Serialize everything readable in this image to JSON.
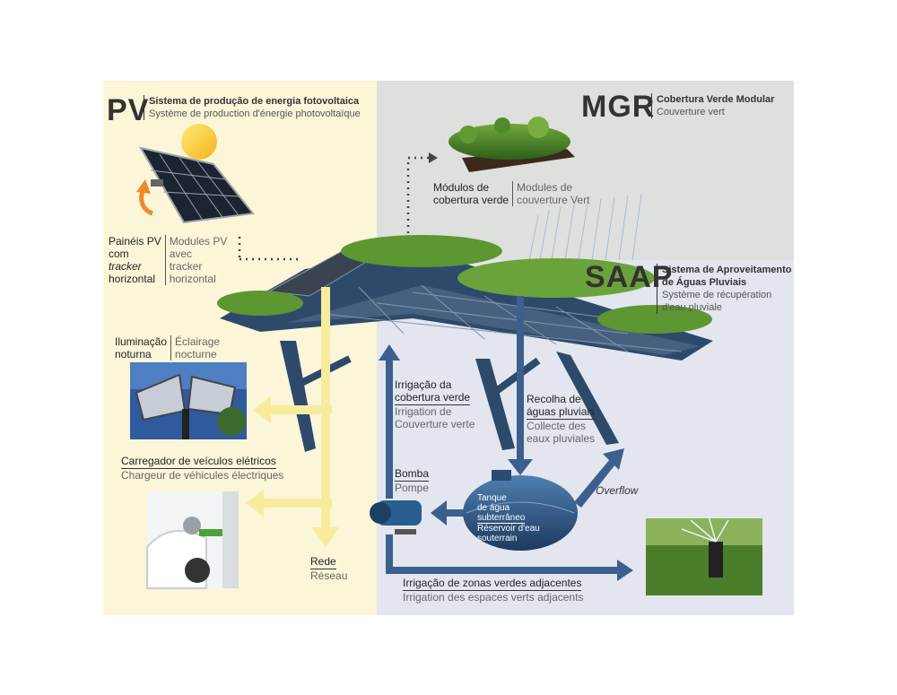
{
  "pv": {
    "abbr": "PV",
    "title_pt": "Sistema de produção de energia fotovoltaica",
    "title_fr": "Système de production d'énergie photovoltaïque",
    "panels_pt_1": "Painéis PV",
    "panels_pt_2": "com",
    "panels_pt_3": "tracker",
    "panels_pt_4": "horizontal",
    "panels_fr_1": "Modules PV",
    "panels_fr_2": "avec",
    "panels_fr_3": "tracker",
    "panels_fr_4": "horizontal"
  },
  "mgr": {
    "abbr": "MGR",
    "title_pt": "Cobertura Verde Modular",
    "title_fr": "Couverture vert",
    "modules_pt_1": "Módulos de",
    "modules_pt_2": "cobertura verde",
    "modules_fr_1": "Modules de",
    "modules_fr_2": "couverture Vert"
  },
  "saap": {
    "abbr": "SAAP",
    "title_pt_1": "Sistema de Aproveitamento",
    "title_pt_2": "de Águas Pluviais",
    "title_fr_1": "Système de récupération",
    "title_fr_2": "d'eau pluviale"
  },
  "lighting": {
    "pt_1": "Iluminação",
    "pt_2": "noturna",
    "fr_1": "Éclairage",
    "fr_2": "nocturne"
  },
  "charger": {
    "pt": "Carregador de veículos elétricos",
    "fr": "Chargeur de véhicules électriques"
  },
  "grid": {
    "pt": "Rede",
    "fr": "Réseau"
  },
  "roof_irrigation": {
    "pt_1": "Irrigação da",
    "pt_2": "cobertura verde",
    "fr_1": "Irrigation de",
    "fr_2": "Couverture verte"
  },
  "rain_collection": {
    "pt_1": "Recolha de",
    "pt_2": "águas pluviais",
    "fr_1": "Collecte des",
    "fr_2": "eaux pluviales"
  },
  "pump": {
    "pt": "Bomba",
    "fr": "Pompe"
  },
  "tank": {
    "pt_1": "Tanque",
    "pt_2": "de água",
    "pt_3": "subterrâneo",
    "fr_1": "Réservoir d'eau",
    "fr_2": "souterrain"
  },
  "overflow": "Overflow",
  "adjacent_irrigation": {
    "pt": "Irrigação de zonas verdes adjacentes",
    "fr": "Irrigation des espaces verts adjacents"
  },
  "colors": {
    "pv_bg": "#fbf6d8",
    "mgr_bg": "#dde0dc",
    "saap_bg": "#e3e6ef",
    "energy_arrow": "#f7ec9c",
    "water_arrow": "#3d5f8f",
    "structure": "#2e4a6b"
  }
}
